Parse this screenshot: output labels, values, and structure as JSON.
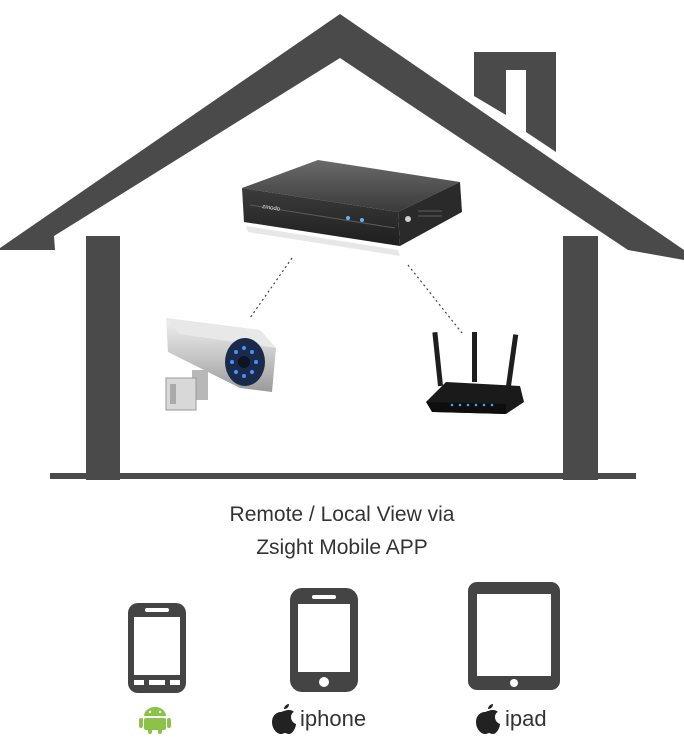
{
  "caption": {
    "line1": "Remote / Local View via",
    "line2": "Zsight Mobile APP"
  },
  "dvr": {
    "brand": "zmodo"
  },
  "devices": [
    {
      "icon": "android-phone-icon",
      "os_icon": "android-logo-icon",
      "label": ""
    },
    {
      "icon": "iphone-icon",
      "os_icon": "apple-logo-icon",
      "label": "iphone"
    },
    {
      "icon": "ipad-icon",
      "os_icon": "apple-logo-icon",
      "label": "ipad"
    }
  ],
  "colors": {
    "house": "#4a4a4a",
    "device": "#444444",
    "android": "#8bc34a",
    "text": "#333333"
  }
}
